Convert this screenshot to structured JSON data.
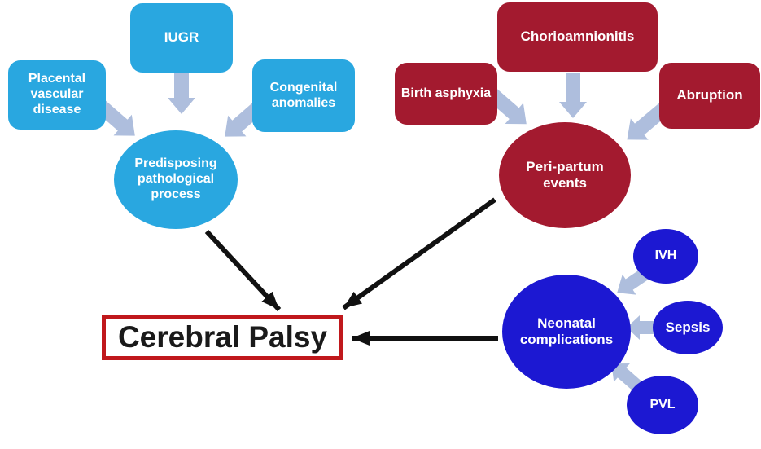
{
  "diagram": {
    "background": "#ffffff",
    "block_arrow_color": "#aebedd",
    "black_arrow_color": "#111111",
    "center_node": {
      "label": "Cerebral Palsy",
      "border_color": "#c0181c",
      "fill": "#ffffff",
      "text_color": "#1a1a1a"
    },
    "groups": [
      {
        "id": "predisposing",
        "fill": "#29a7e0",
        "text_color": "#ffffff",
        "hub_label": "Predisposing pathological process",
        "factors": [
          "Placental vascular disease",
          "IUGR",
          "Congenital anomalies"
        ]
      },
      {
        "id": "peri-partum",
        "fill": "#a31a2f",
        "text_color": "#ffffff",
        "hub_label": "Peri-partum events",
        "factors": [
          "Birth asphyxia",
          "Chorioamnionitis",
          "Abruption"
        ]
      },
      {
        "id": "neonatal",
        "fill": "#1c18d2",
        "text_color": "#ffffff",
        "hub_label": "Neonatal complications",
        "factors": [
          "IVH",
          "Sepsis",
          "PVL"
        ]
      }
    ]
  }
}
